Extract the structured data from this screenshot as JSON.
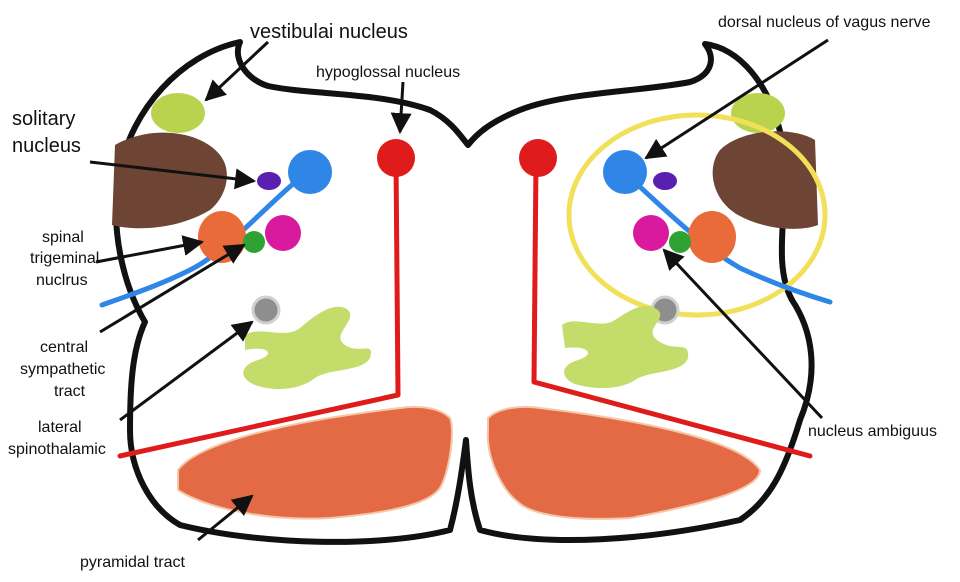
{
  "labels": {
    "vestibular": "vestibulai nucleus",
    "hypoglossal": "hypoglossal nucleus",
    "dorsal_vagus": "dorsal nucleus of vagus nerve",
    "solitary_1": "solitary",
    "solitary_2": "nucleus",
    "spinal_1": "spinal",
    "spinal_2": "trigeminal",
    "spinal_3": "nuclrus",
    "central_1": "central",
    "central_2": "sympathetic",
    "central_3": "tract",
    "lateral_1": "lateral",
    "lateral_2": "spinothalamic",
    "ambiguus": "nucleus ambiguus",
    "pyramidal": "pyramidal tract"
  },
  "colors": {
    "outline": "#111111",
    "vestibular": "#b9d34f",
    "solitary": "#6e4434",
    "dorsal_vagus": "#2f86e6",
    "small_purple": "#5a1fb0",
    "spinal_trigeminal": "#ea6b3a",
    "green_small": "#2ea334",
    "ambiguus": "#d9199e",
    "central_sympathetic": "#8e8e8e",
    "hypoglossal": "#e01b1b",
    "lateral_tracts": "#c4dc6a",
    "pyramidal": "#e36a45",
    "highlight_ring": "#f2e05a"
  }
}
